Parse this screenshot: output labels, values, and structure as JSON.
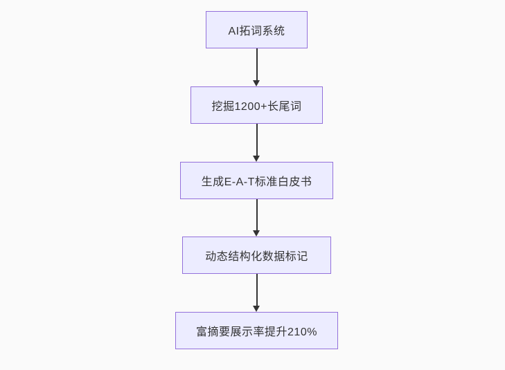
{
  "theme": {
    "background": "#fafafa",
    "node_fill": "#ECECFF",
    "node_border": "#9370DB",
    "node_text": "#333333",
    "arrow": "#333333"
  },
  "flowchart": {
    "nodes": [
      {
        "label": "AI拓词系统"
      },
      {
        "label": "挖掘1200+长尾词"
      },
      {
        "label": "生成E-A-T标准白皮书"
      },
      {
        "label": "动态结构化数据标记"
      },
      {
        "label": "富摘要展示率提升210%"
      }
    ],
    "edges": [
      {
        "from": 0,
        "to": 1
      },
      {
        "from": 1,
        "to": 2
      },
      {
        "from": 2,
        "to": 3
      },
      {
        "from": 3,
        "to": 4
      }
    ]
  }
}
